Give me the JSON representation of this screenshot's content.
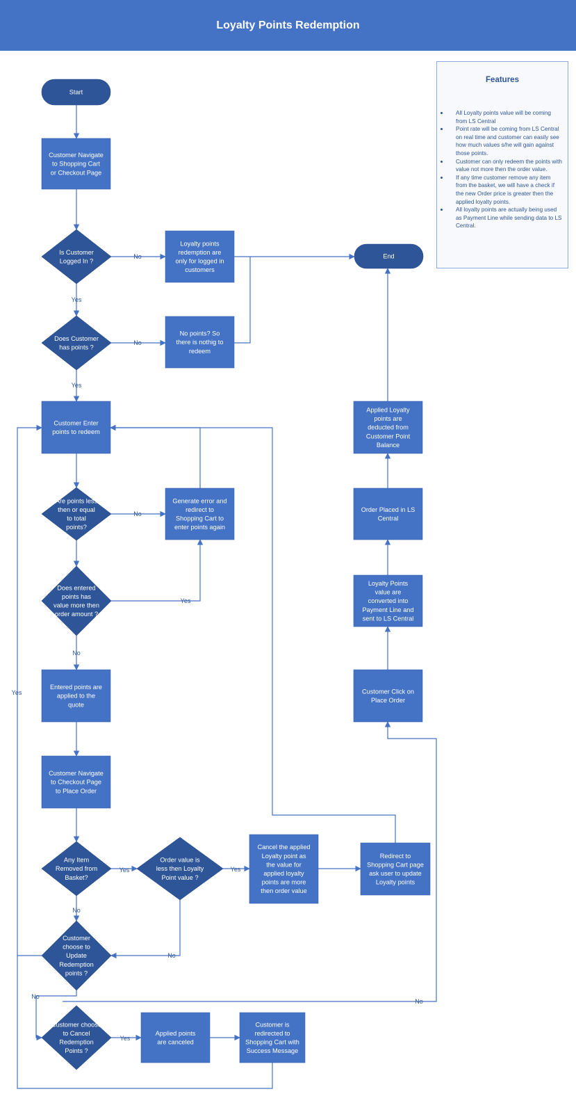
{
  "header": {
    "title": "Loyalty Points Redemption"
  },
  "features": {
    "title": "Features",
    "items": [
      "All Loyalty points value will be coming from LS Central",
      "Point rate will be coming from LS Central on real time and customer can easily see how much values s/he will gain against those points.",
      "Customer can only redeem the points with value not more then the order value.",
      "If any time customer remove any item from the basket, we will have a check if the new Order price is greater then the applied loyalty points.",
      "All loyalty points are actually being used as Payment Line while sending data to LS Central."
    ]
  },
  "nodes": {
    "start": "Start",
    "end": "End",
    "navigate_cart": "Customer Navigate to Shopping Cart or Checkout Page",
    "is_logged_in": "Is Customer Logged In ?",
    "logged_only": "Loyalty points redemption are only for logged in customers",
    "has_points": "Does Customer has points ?",
    "no_points": "No points? So there is nothig to redeem",
    "enter_points": "Customer Enter points to redeem",
    "points_check": "Are points less then or equal to total points?",
    "generate_error": "Generate error and redirect to Shopping Cart to enter points again",
    "value_check": "Does entered points has value more then order amount ?",
    "applied_quote": "Entered points are applied to the quote",
    "navigate_checkout": "Customer Navigate to Checkout Page to Place Order",
    "item_removed": "Any Item Removed from Basket?",
    "order_value_less": "Order value is less then Loyalty Point value ?",
    "cancel_applied": "Cancel the applied Loyalty point as the value for applied loyalty points are more then order value",
    "redirect_cart": "Redirect to Shopping Cart page ask user to update Loyalty points",
    "update_redemption": "Customer choose to Update Redemption points ?",
    "cancel_redemption": "Customer choose to Cancel Redemption Points ?",
    "points_canceled": "Applied points are canceled",
    "redirected_success": "Customer is redirected to Shopping Cart with Success Message",
    "click_place_order": "Customer Click on Place Order",
    "points_converted": "Loyalty Points value are converted into Payment Line and sent to LS Central",
    "order_placed": "Order Placed in LS Central",
    "points_deducted": "Applied Loyalty points are deducted from Customer Point Balance"
  },
  "edges": {
    "yes": "Yes",
    "no": "No"
  },
  "colors": {
    "header": "#4472c4",
    "shape_fill": "#4472c4",
    "diamond_fill": "#2e5597",
    "line": "#4472c4",
    "label": "#2e5597"
  }
}
